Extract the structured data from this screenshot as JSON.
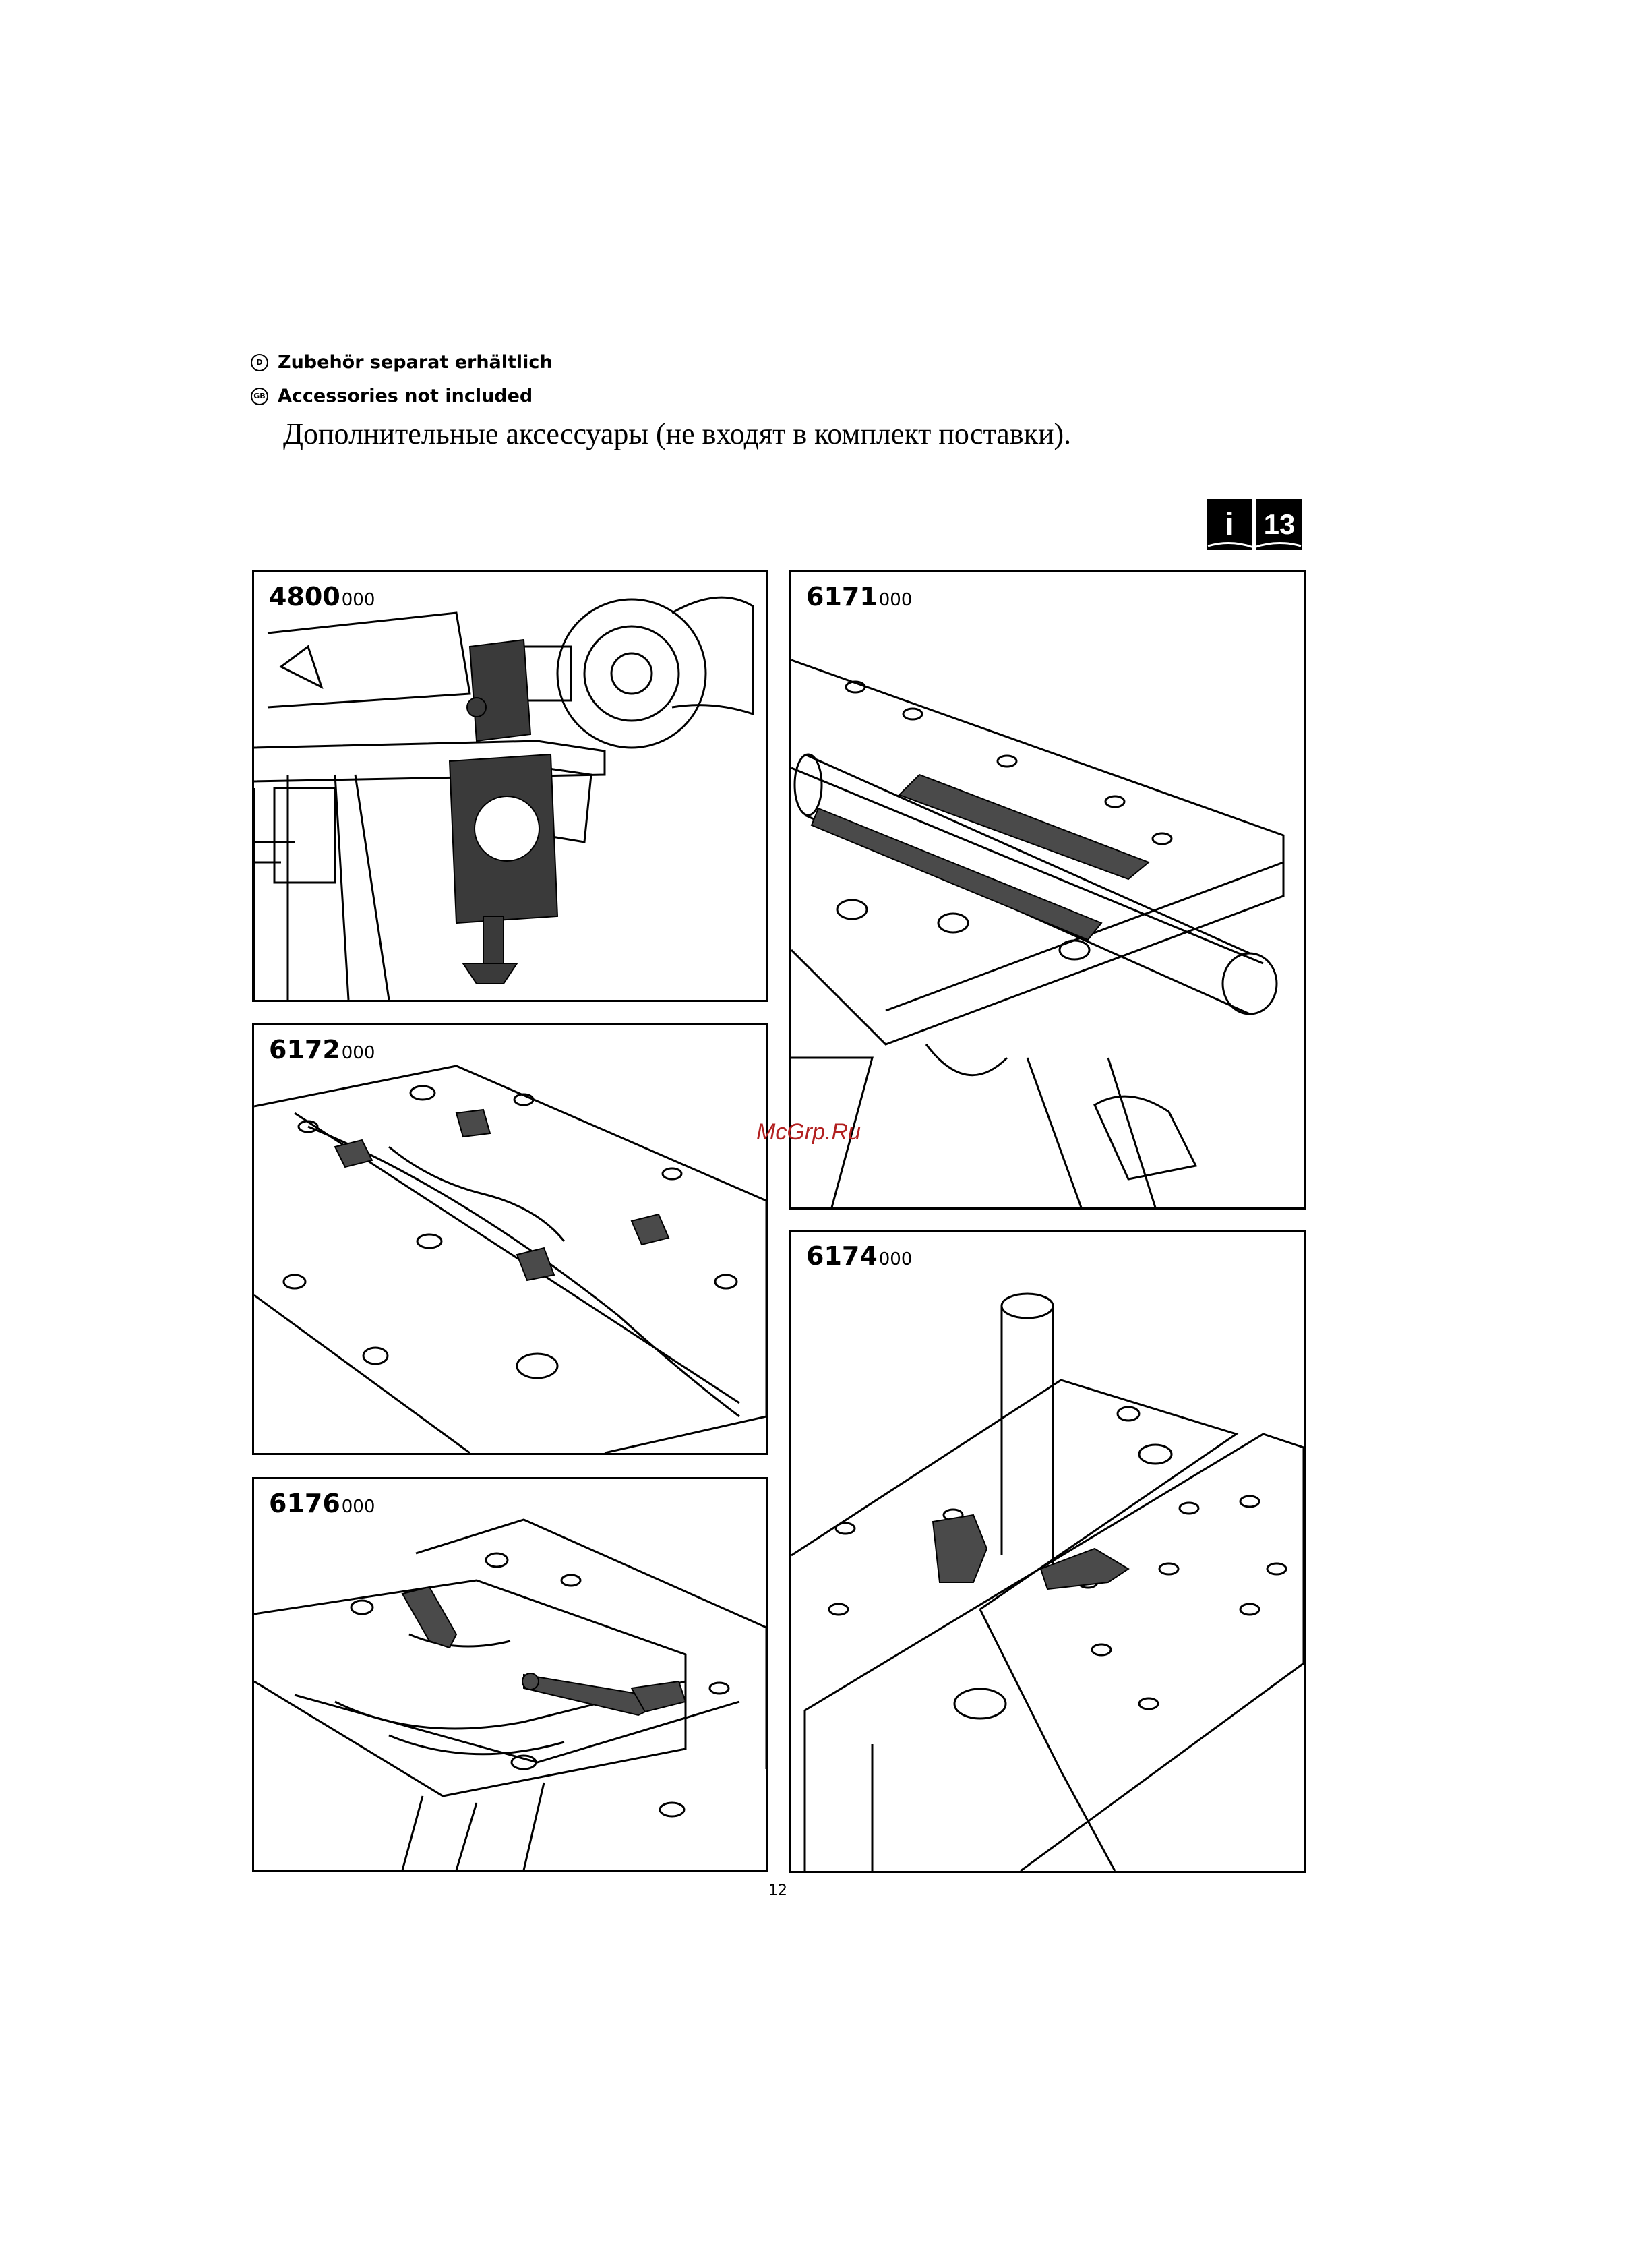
{
  "header": {
    "line_de": {
      "badge": "D",
      "text": "Zubehör separat erhältlich"
    },
    "line_gb": {
      "badge": "GB",
      "text": "Accessories not included"
    },
    "line_ru": "Дополнительные аксессуары (не входят в комплект поставки)."
  },
  "info_icon": {
    "icon": "manual-book-icon",
    "letter": "i",
    "number": "13"
  },
  "panels": [
    {
      "code": "4800",
      "suffix": "000"
    },
    {
      "code": "6171",
      "suffix": "000"
    },
    {
      "code": "6172",
      "suffix": "000"
    },
    {
      "code": "6174",
      "suffix": "000"
    },
    {
      "code": "6176",
      "suffix": "000"
    }
  ],
  "watermark": "McGrp.Ru",
  "page_number": "12"
}
